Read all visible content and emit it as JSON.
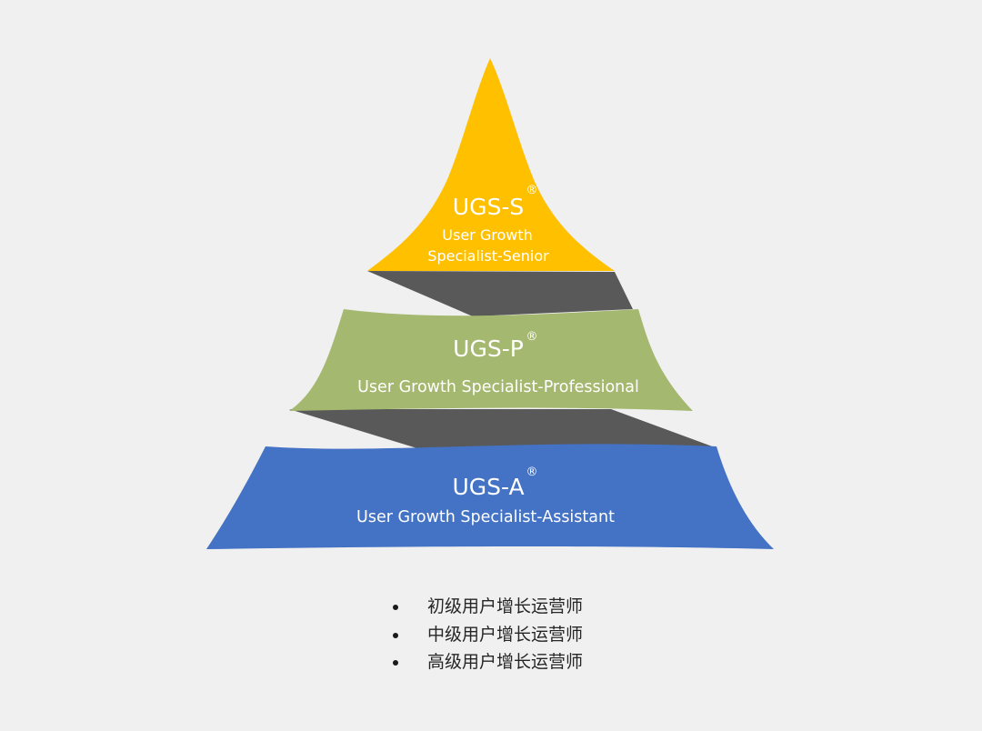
{
  "colors": {
    "background": "#f0f0f0",
    "connector": "#595959",
    "text_on_tier": "#ffffff",
    "bullet_text": "#262626"
  },
  "tiers": [
    {
      "code": "UGS-S",
      "mark": "®",
      "subtitle_lines": [
        "User Growth",
        "Specialist-Senior"
      ],
      "color": "#ffc000"
    },
    {
      "code": "UGS-P",
      "mark": "®",
      "subtitle_lines": [
        "User Growth Specialist-Professional"
      ],
      "color": "#a5b86f"
    },
    {
      "code": "UGS-A",
      "mark": "®",
      "subtitle_lines": [
        "User Growth Specialist-Assistant"
      ],
      "color": "#4472c4"
    }
  ],
  "levels": [
    "初级用户增长运营师",
    "中级用户增长运营师",
    "高级用户增长运营师"
  ]
}
